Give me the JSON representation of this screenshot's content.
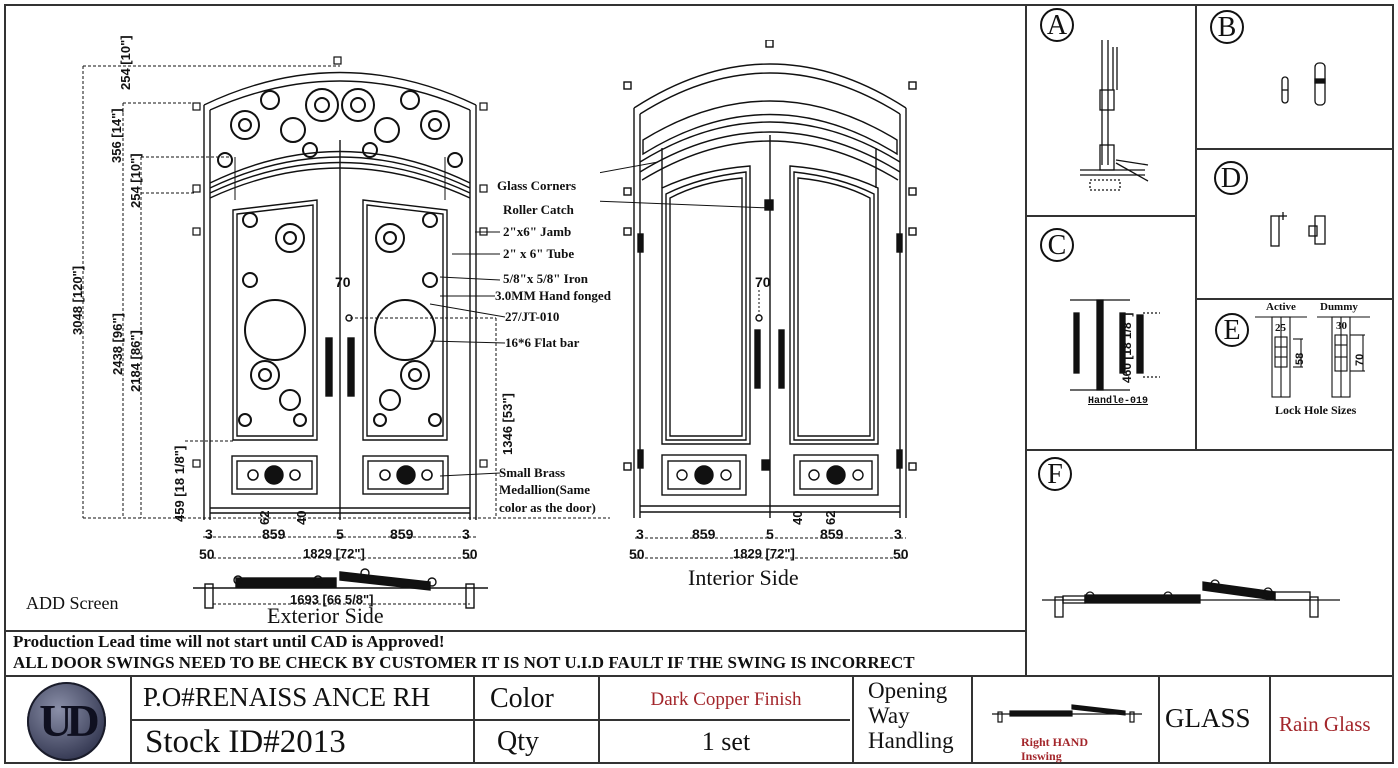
{
  "exterior": {
    "title": "Exterior Side",
    "dims_vertical": {
      "top_10": "254 [10\"]",
      "arch_14": "356 [14\"]",
      "transom_10": "254 [10\"]",
      "total_120": "3048 [120\"]",
      "h_96": "2438 [96\"]",
      "h_86": "2184 [86\"]",
      "bottom_18": "459 [18 1/8\"]",
      "right_53": "1346 [53\"]",
      "d62": "62",
      "d40": "40",
      "d70": "70"
    },
    "dims_horizontal": {
      "left_gap": "3",
      "left_leaf": "859",
      "center_gap": "5",
      "right_leaf": "859",
      "right_gap": "3",
      "left_frame": "50",
      "total": "1829 [72\"]",
      "right_frame": "50",
      "opening": "1693 [66 5/8\"]"
    },
    "callouts": [
      "Glass Corners",
      "Roller Catch",
      "2\"x6\" Jamb",
      "2\" x 6\" Tube",
      "5/8\"x 5/8\" Iron",
      "3.0MM Hand fonged",
      "27/JT-010",
      "16*6 Flat bar"
    ],
    "medallion_note": [
      "Small Brass",
      "Medallion(Same",
      "color as the door)"
    ],
    "add_screen": "ADD Screen"
  },
  "interior": {
    "title": "Interior Side",
    "dims": {
      "left_gap": "3",
      "left_leaf": "859",
      "center_gap": "5",
      "right_leaf": "859",
      "right_gap": "3",
      "left_frame": "50",
      "total": "1829 [72\"]",
      "right_frame": "50",
      "d40": "40",
      "d62": "62",
      "d70": "70"
    }
  },
  "details": {
    "A": {
      "label": "A"
    },
    "B": {
      "label": "B"
    },
    "C": {
      "label": "C",
      "handle_name": "Handle-019",
      "handle_dim": "460 [18 1/8\"]"
    },
    "D": {
      "label": "D"
    },
    "E": {
      "label": "E",
      "active": "Active",
      "dummy": "Dummy",
      "active_w": "25",
      "dummy_w": "30",
      "active_h": "58",
      "dummy_h": "70",
      "caption": "Lock Hole Sizes"
    },
    "F": {
      "label": "F"
    }
  },
  "notice": {
    "line1": "Production Lead time will not start until CAD is Approved!",
    "line2": "ALL DOOR SWINGS NEED TO BE CHECK BY CUSTOMER IT IS NOT U.I.D FAULT IF THE SWING IS  INCORRECT"
  },
  "title_block": {
    "logo": "UD",
    "po": "P.O#RENAISS ANCE RH",
    "stock_id": "Stock ID#2013",
    "color_label": "Color",
    "color_value": "Dark Copper Finish",
    "qty_label": "Qty",
    "qty_value": "1 set",
    "opening_label": [
      "Opening",
      "Way",
      "Handling"
    ],
    "swing_value": [
      "Right HAND",
      "Inswing"
    ],
    "glass_label": "GLASS",
    "glass_value": "Rain Glass"
  },
  "colors": {
    "accent_red": "#a3262b",
    "line": "#111111"
  }
}
